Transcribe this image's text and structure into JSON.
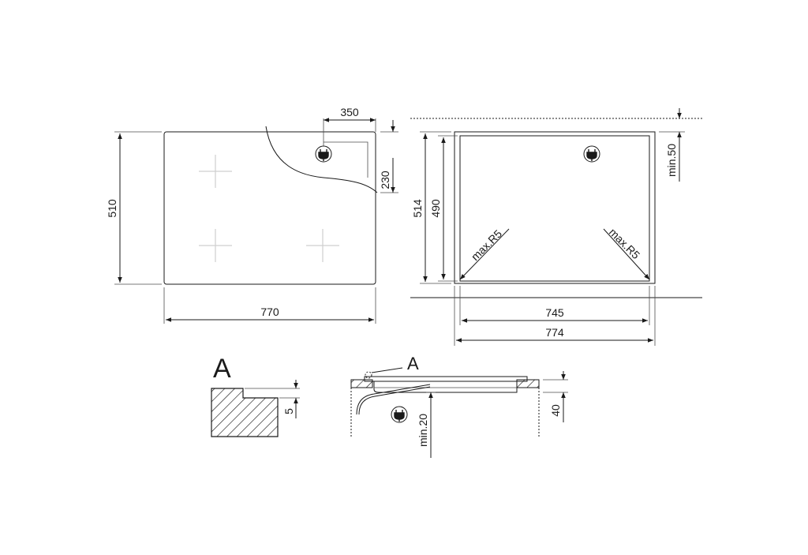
{
  "top_view": {
    "width_label": "770",
    "height_label": "510",
    "socket_x_label": "350",
    "socket_y_label": "230"
  },
  "cutout_view": {
    "outer_width_label": "774",
    "inner_width_label": "745",
    "outer_height_label": "514",
    "inner_height_label": "490",
    "min_edge_label": "min.50",
    "radius_left_label": "max.R5",
    "radius_right_label": "max.R5"
  },
  "detail": {
    "label": "A",
    "depth_label": "5"
  },
  "section_view": {
    "callout_label": "A",
    "min_clearance_label": "min.20",
    "thickness_label": "40"
  }
}
